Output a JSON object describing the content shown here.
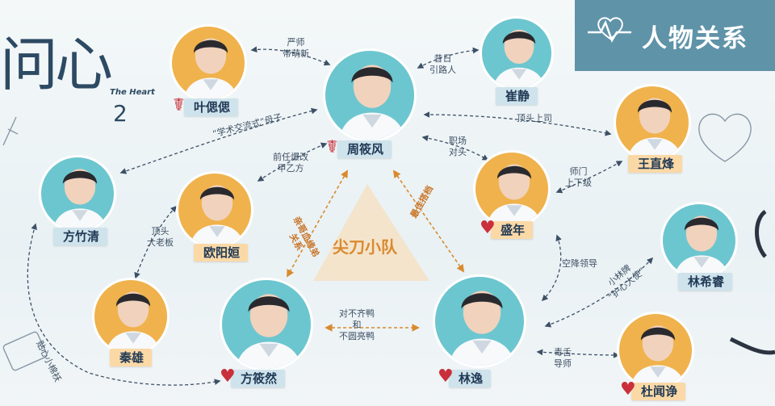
{
  "title": {
    "main": "问心",
    "english": "The Heart",
    "season": "2"
  },
  "banner": {
    "text": "人物关系"
  },
  "core": {
    "label": "尖刀小队"
  },
  "colors": {
    "banner": "#5f93a8",
    "tag": "#cfe3ec",
    "tag_orange": "#fbd9a6",
    "portrait_orange": "#f0b24c",
    "portrait_teal": "#6cc6cf",
    "accent_orange": "#d98a2e",
    "heart_red": "#c9303b"
  },
  "characters": [
    {
      "id": "zhou",
      "name": "周筱风",
      "icon": "stethoscope-icon"
    },
    {
      "id": "ye",
      "name": "叶偲偲",
      "icon": "stethoscope-icon"
    },
    {
      "id": "cui",
      "name": "崔静",
      "icon": ""
    },
    {
      "id": "wang",
      "name": "王直烽",
      "icon": ""
    },
    {
      "id": "sheng",
      "name": "盛年",
      "icon": "heart-icon"
    },
    {
      "id": "fangzq",
      "name": "方竹清",
      "icon": ""
    },
    {
      "id": "ouyang",
      "name": "欧阳姮",
      "icon": ""
    },
    {
      "id": "qin",
      "name": "秦雄",
      "icon": ""
    },
    {
      "id": "fangxr",
      "name": "方筱然",
      "icon": "heart-icon"
    },
    {
      "id": "lin",
      "name": "林逸",
      "icon": "heart-icon"
    },
    {
      "id": "linxr",
      "name": "林希睿",
      "icon": ""
    },
    {
      "id": "du",
      "name": "杜闻诤",
      "icon": "heart-icon"
    }
  ],
  "relations": [
    {
      "id": "zhou-ye",
      "lines": [
        "严师",
        "带萌新"
      ]
    },
    {
      "id": "zhou-cui",
      "lines": [
        "昔日",
        "引路人"
      ]
    },
    {
      "id": "zhou-wang",
      "lines": [
        "顶头上司"
      ]
    },
    {
      "id": "zhou-sheng",
      "lines": [
        "职场",
        "对头"
      ]
    },
    {
      "id": "zhou-fangzq",
      "lines": [
        "“学术交流式”母子"
      ]
    },
    {
      "id": "zhou-ouyang",
      "lines": [
        "前任爆改",
        "甲乙方"
      ]
    },
    {
      "id": "fangzq-ouyang",
      "lines": [
        "顶头",
        "大老板"
      ]
    },
    {
      "id": "wang-sheng",
      "lines": [
        "师门",
        "上下级"
      ]
    },
    {
      "id": "sheng-lin",
      "lines": [
        "空降领导"
      ]
    },
    {
      "id": "lin-linxr",
      "lines": [
        "小林牌",
        "“护心大使”"
      ]
    },
    {
      "id": "lin-du",
      "lines": [
        "毒舌",
        "导师"
      ]
    },
    {
      "id": "fangxr-lin",
      "lines": [
        "对不齐鸭",
        "和",
        "不圆亮鸭"
      ]
    },
    {
      "id": "zhou-fangxr",
      "lines": [
        "亲哥血缘弟",
        "关系"
      ]
    },
    {
      "id": "zhou-lin",
      "lines": [
        "最佳搭档"
      ]
    },
    {
      "id": "fangzq-fangxr",
      "lines": [
        "贴心小棉袄"
      ]
    }
  ]
}
